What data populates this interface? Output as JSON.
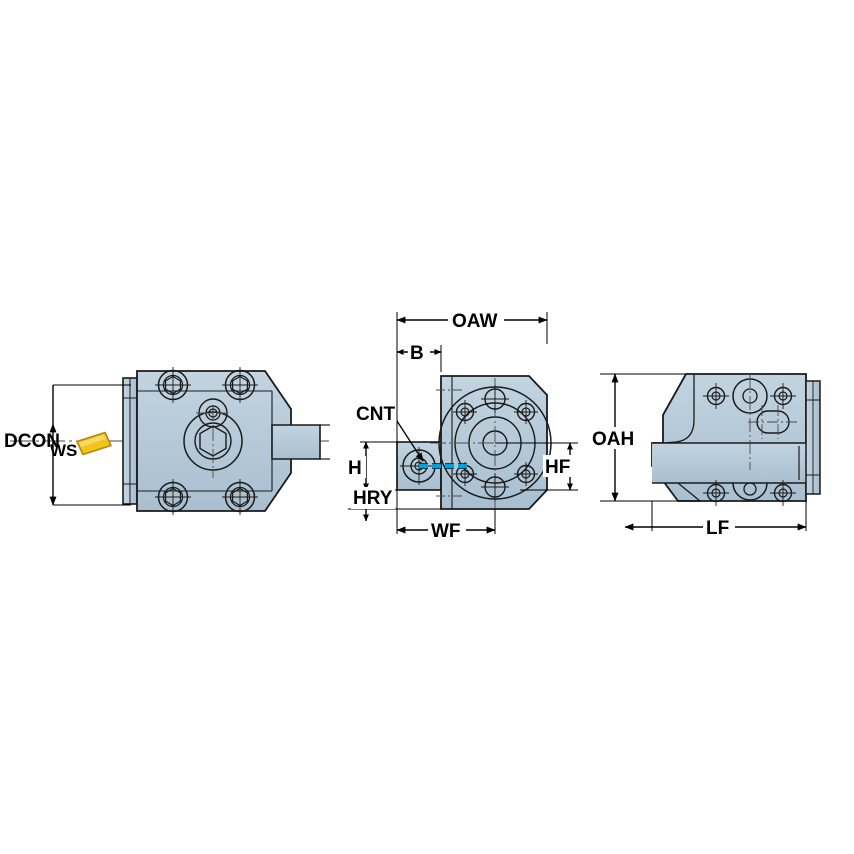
{
  "drawing": {
    "type": "engineering-orthographic-drawing",
    "subject": "Lathe tool holder / cutting unit block",
    "background_color": "#ffffff",
    "colors": {
      "body_fill": "#b4c8d7",
      "body_fill_light": "#c4d5e1",
      "body_fill_dark": "#a2b8c9",
      "outline": "#1a1a1a",
      "dimension_line": "#000000",
      "center_line": "#3a3a3a",
      "insert_fill": "#f0c419",
      "insert_stroke": "#c79100",
      "coolant_line": "#00a0e0"
    },
    "views": [
      {
        "id": "left-view",
        "name": "front-view",
        "dimension_labels": [
          "DCON",
          "WS"
        ]
      },
      {
        "id": "middle-view",
        "name": "end-view",
        "dimension_labels": [
          "OAW",
          "B",
          "CNT",
          "H",
          "HRY",
          "WF",
          "HF"
        ]
      },
      {
        "id": "right-view",
        "name": "side-view",
        "dimension_labels": [
          "OAH",
          "LF"
        ]
      }
    ],
    "labels": {
      "dcon": "DCON",
      "ws": "WS",
      "oaw": "OAW",
      "b": "B",
      "cnt": "CNT",
      "h": "H",
      "hry": "HRY",
      "wf": "WF",
      "hf": "HF",
      "oah": "OAH",
      "lf": "LF"
    }
  }
}
